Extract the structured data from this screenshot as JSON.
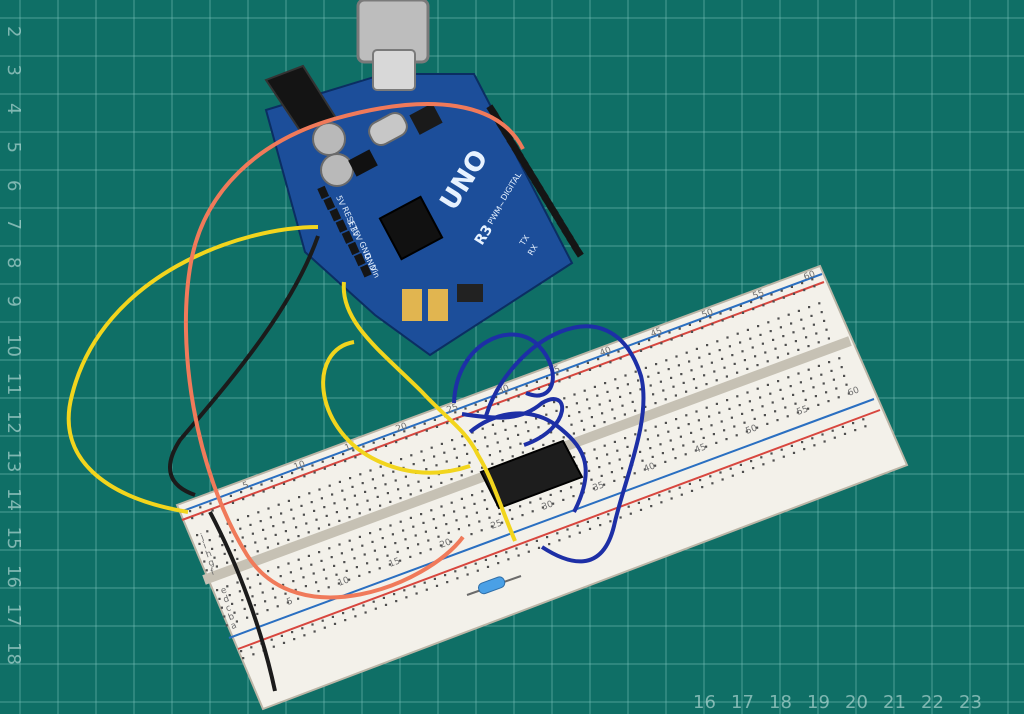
{
  "scene": {
    "mat_color": "#0f6f66",
    "grid_color": "#7fc7bf",
    "left_ruler_labels": [
      "2",
      "3",
      "4",
      "5",
      "6",
      "7",
      "8",
      "9",
      "10",
      "11",
      "12",
      "13",
      "14",
      "15",
      "16",
      "17",
      "18"
    ],
    "bottom_ruler_labels": [
      "16",
      "17",
      "18",
      "19",
      "20",
      "21",
      "22",
      "23"
    ]
  },
  "arduino": {
    "board_color": "#1c4e9a",
    "title_text": "UNO",
    "subtitle_text": "R3",
    "left_header_labels": [
      "5V",
      "RESET",
      "3.3V",
      "5V",
      "GND",
      "GND",
      "Vin"
    ],
    "digital_label": "DIGITAL",
    "pwm_label": "PWM~",
    "tx_label": "TX",
    "rx_label": "RX"
  },
  "breadboard": {
    "body_color": "#f3f1ea",
    "rail_red": "#d8473f",
    "rail_blue": "#2a6fc1",
    "top_numbers": [
      "5",
      "10",
      "15",
      "20",
      "25",
      "30",
      "35",
      "40",
      "45",
      "50",
      "55",
      "60"
    ],
    "row_letters_top": [
      "j",
      "i",
      "h",
      "g",
      "f"
    ],
    "row_letters_bottom": [
      "e",
      "d",
      "c",
      "b",
      "a"
    ]
  },
  "wire_colors": {
    "yellow": "#f2d51d",
    "black": "#1b1b1b",
    "orange": "#f07a5a",
    "blue": "#1d2fa6"
  }
}
